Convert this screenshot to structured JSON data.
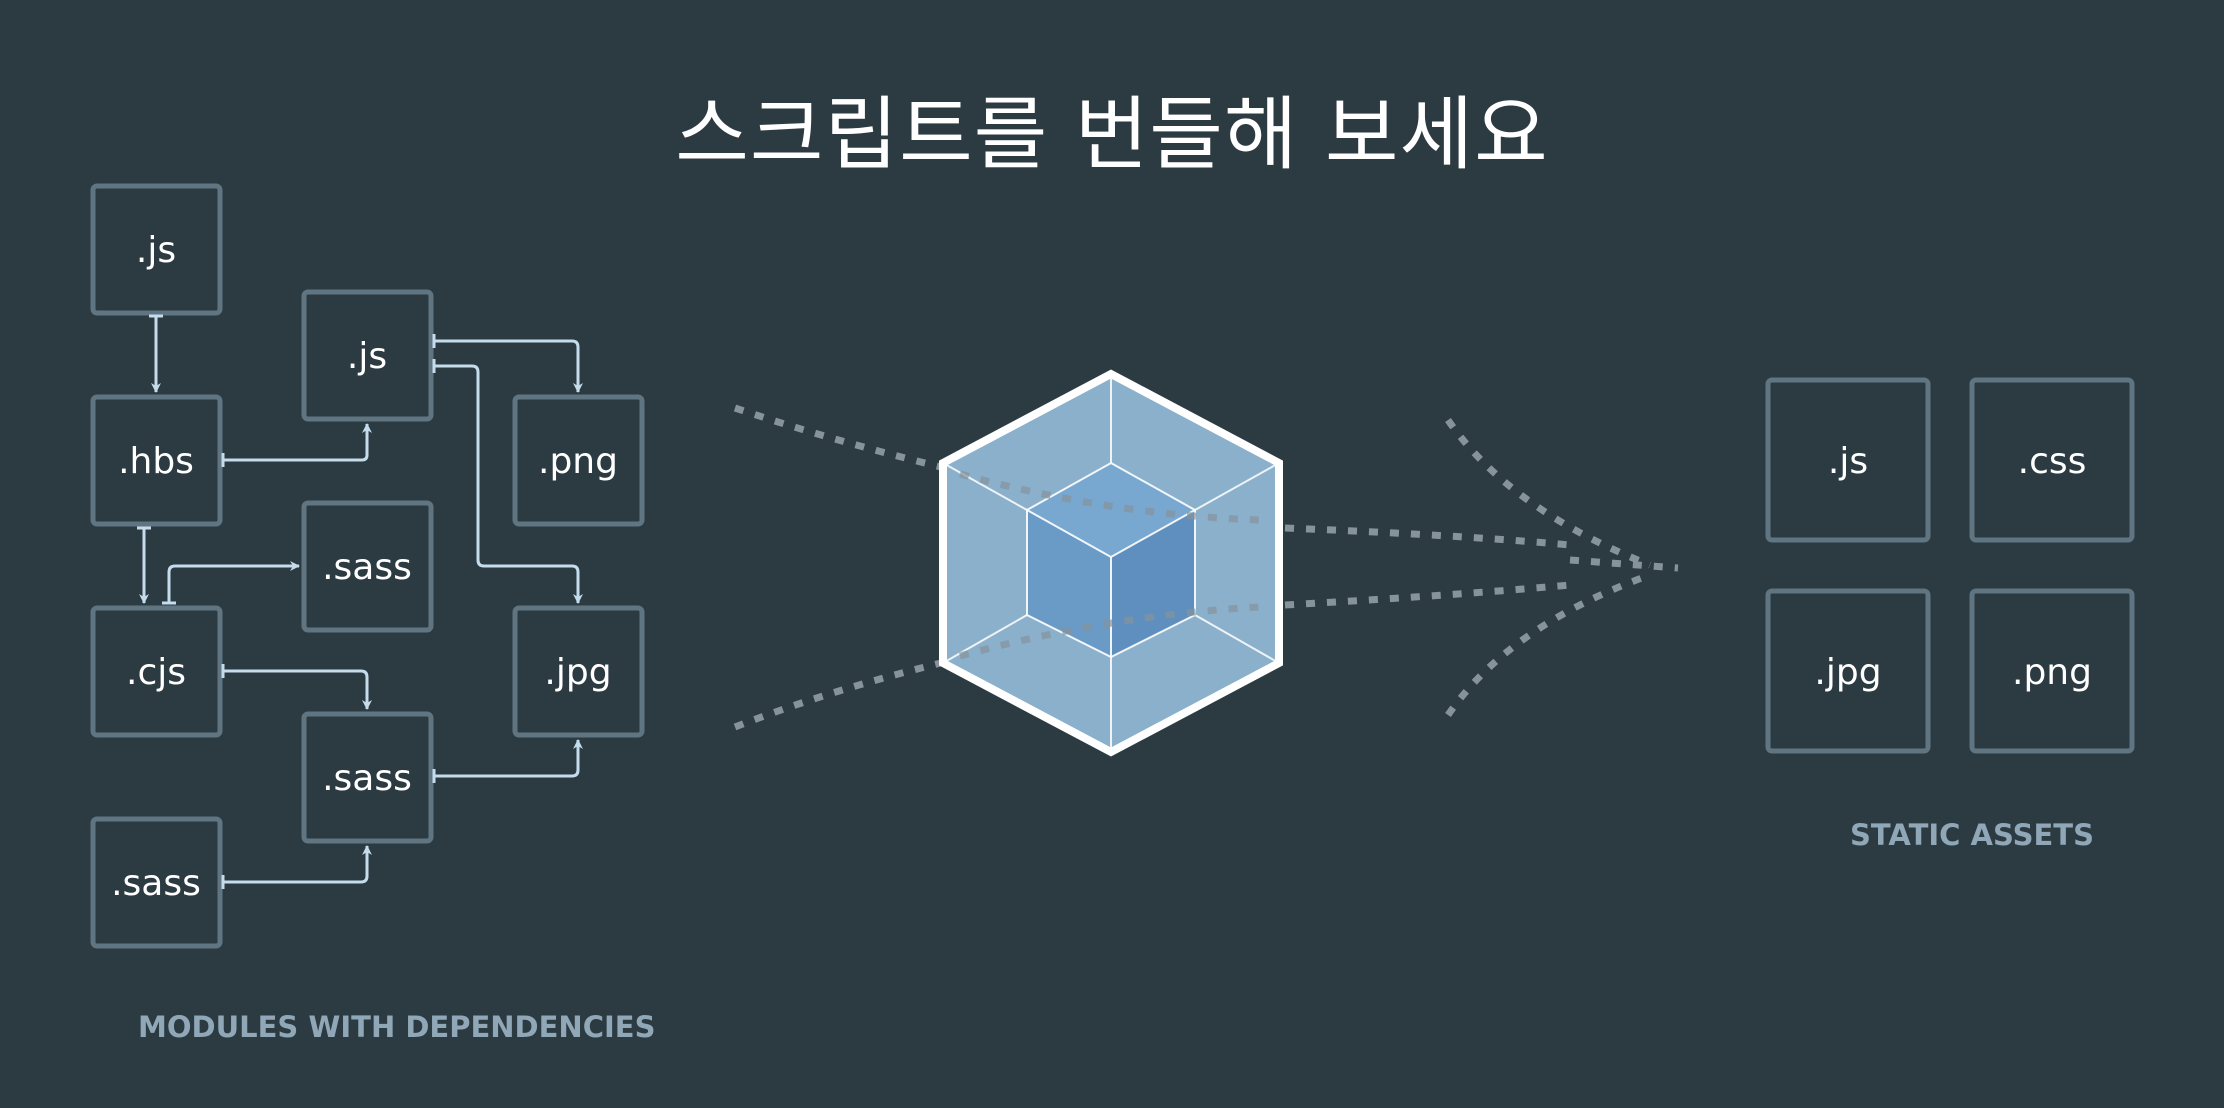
{
  "title": "스크립트를 번들해 보세요",
  "left_caption": "MODULES WITH DEPENDENCIES",
  "right_caption": "STATIC ASSETS",
  "modules": [
    {
      "id": "js-1",
      "label": ".js"
    },
    {
      "id": "js-2",
      "label": ".js"
    },
    {
      "id": "hbs",
      "label": ".hbs"
    },
    {
      "id": "png-1",
      "label": ".png"
    },
    {
      "id": "sass-1",
      "label": ".sass"
    },
    {
      "id": "cjs",
      "label": ".cjs"
    },
    {
      "id": "jpg-1",
      "label": ".jpg"
    },
    {
      "id": "sass-2",
      "label": ".sass"
    },
    {
      "id": "sass-3",
      "label": ".sass"
    }
  ],
  "assets": [
    {
      "id": "asset-js",
      "label": ".js"
    },
    {
      "id": "asset-css",
      "label": ".css"
    },
    {
      "id": "asset-jpg",
      "label": ".jpg"
    },
    {
      "id": "asset-png",
      "label": ".png"
    }
  ],
  "colors": {
    "background": "#2c3a42",
    "box_stroke": "#5f7582",
    "arrow": "#c4dcec",
    "dots": "#86939b",
    "cube_outer": "#8ab0cb",
    "cube_inner": "#6699c5",
    "cube_border": "#ffffff"
  }
}
